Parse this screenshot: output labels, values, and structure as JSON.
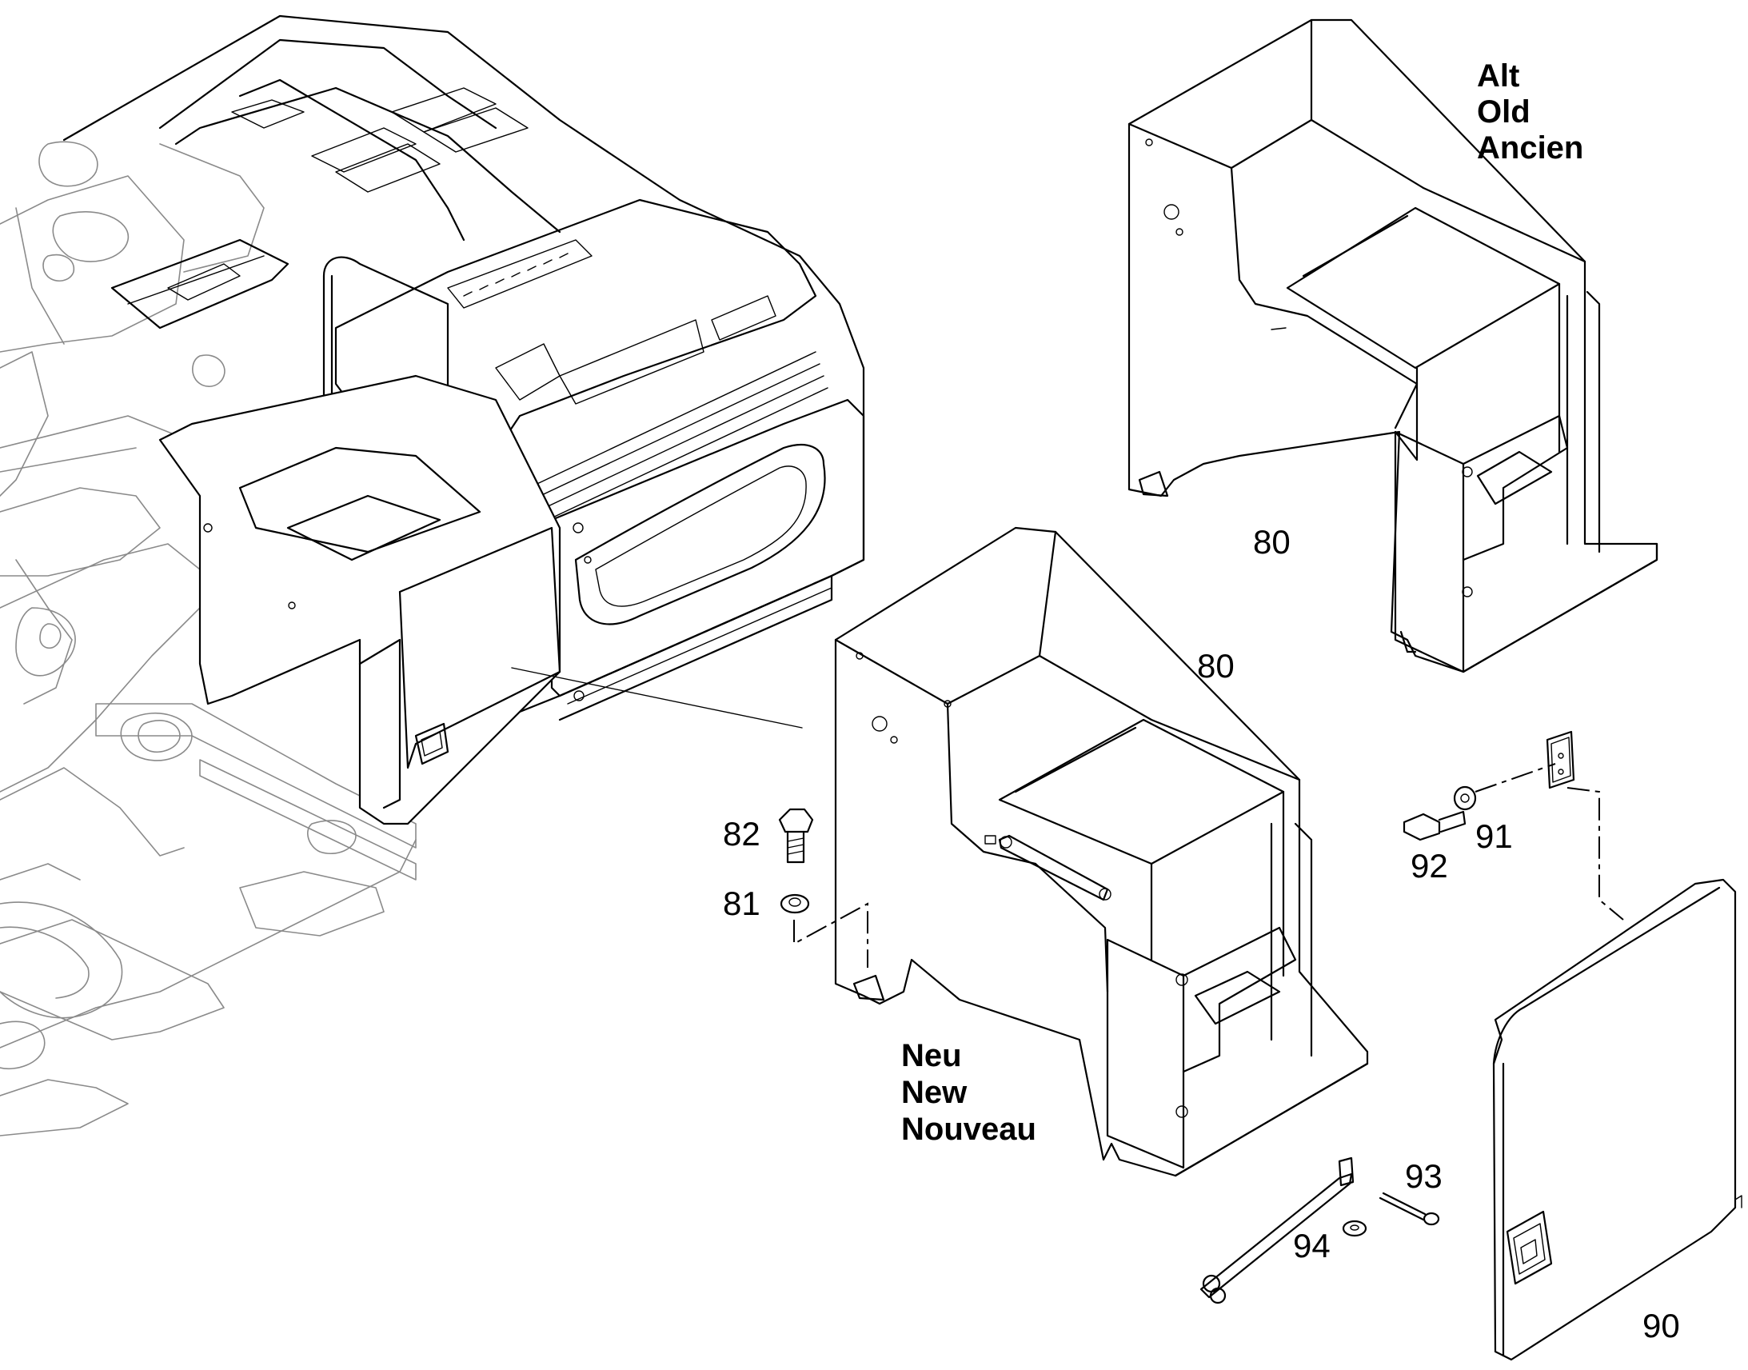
{
  "labels": {
    "old_variant": [
      "Alt",
      "Old",
      "Ancien"
    ],
    "new_variant": [
      "Neu",
      "New",
      "Nouveau"
    ],
    "callouts": {
      "c80_old": "80",
      "c80_new": "80",
      "c81": "81",
      "c82": "82",
      "c90": "90",
      "c91": "91",
      "c92": "92",
      "c93": "93",
      "c94": "94"
    }
  }
}
